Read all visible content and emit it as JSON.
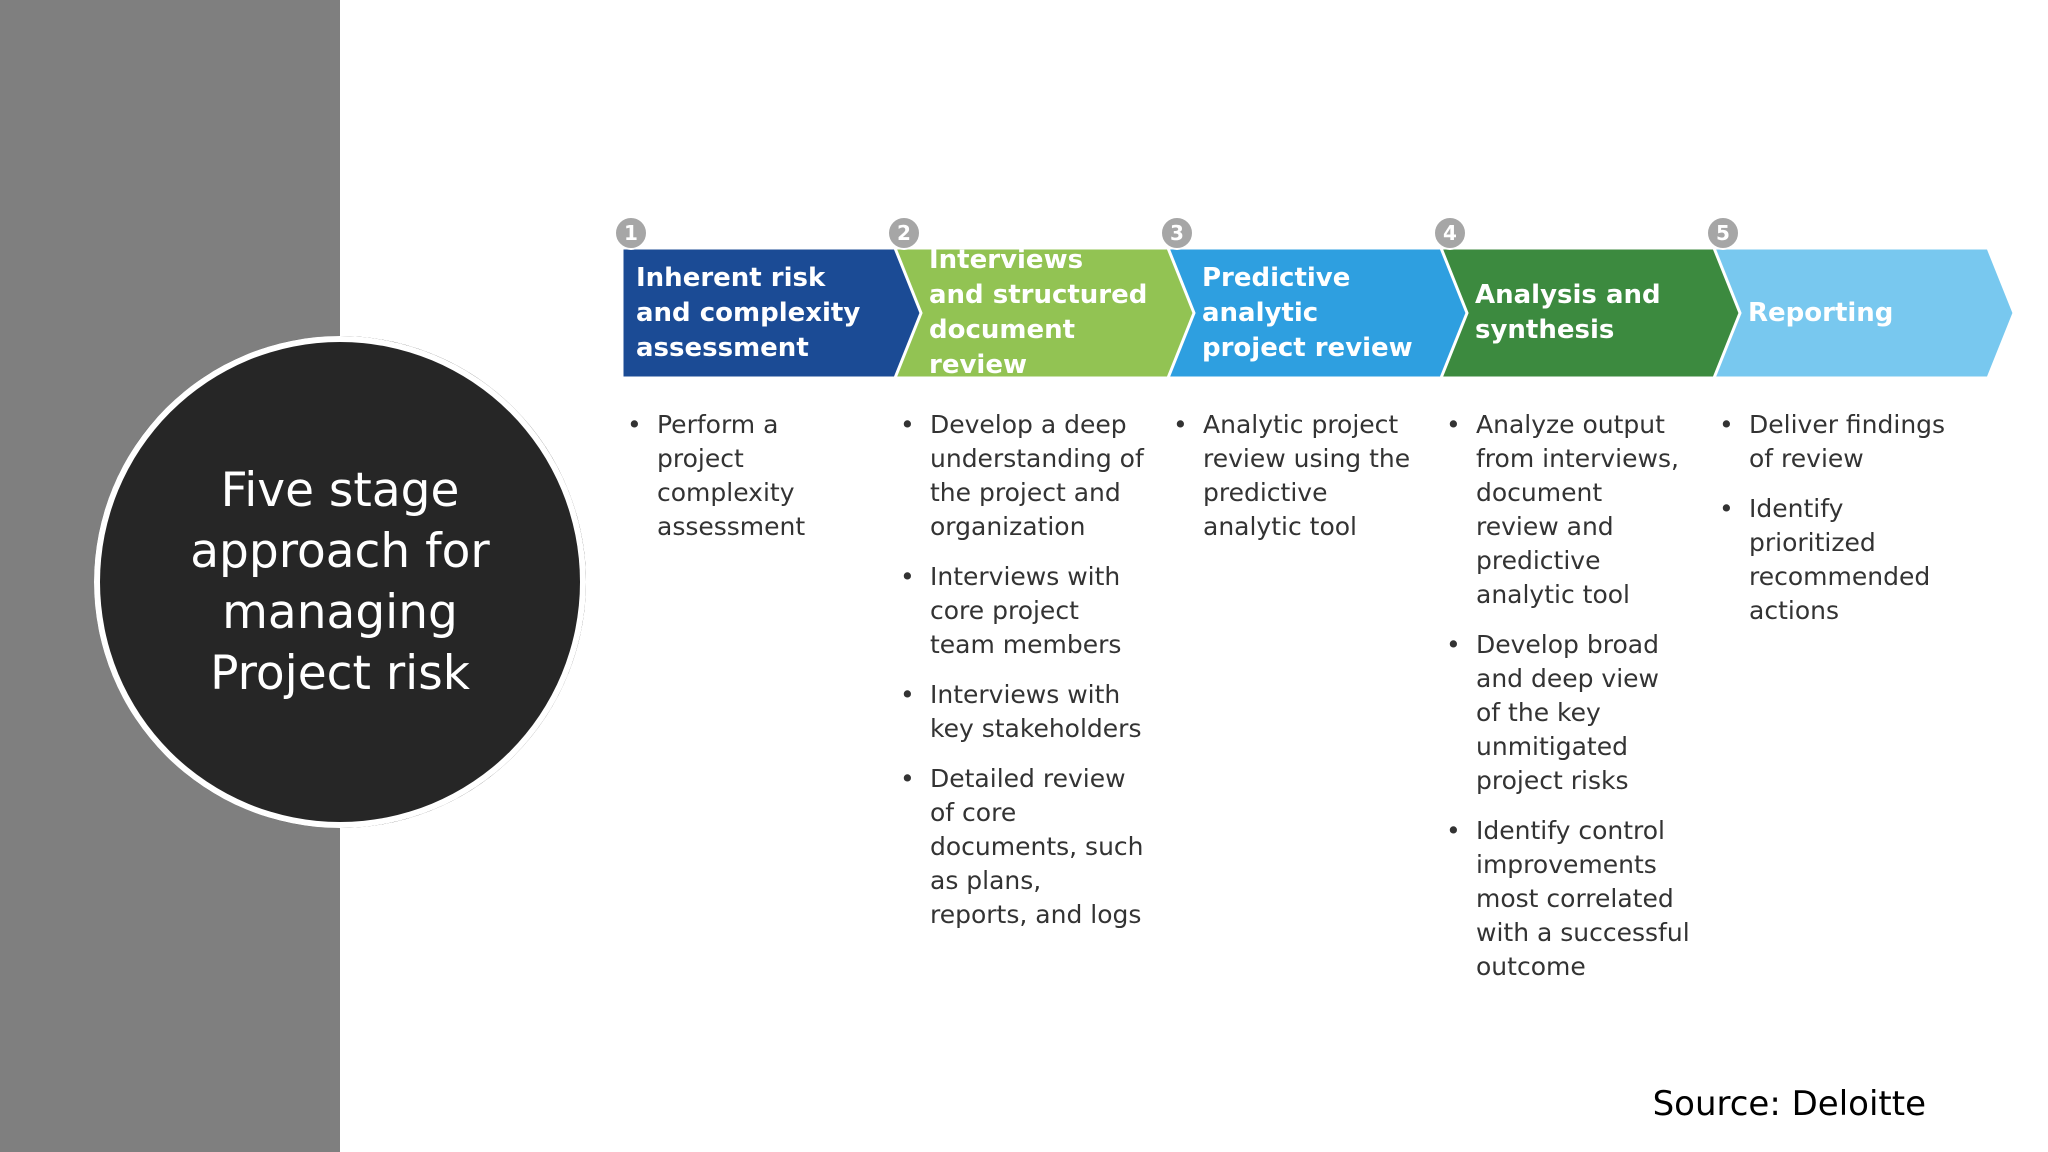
{
  "title": "Five stage approach for managing Project risk",
  "source": "Source: Deloitte",
  "steps": [
    {
      "number": "1",
      "label": "Inherent risk\nand complexity\nassessment",
      "color": "#1b4b95",
      "bullets": [
        "Perform a project complexity assessment"
      ]
    },
    {
      "number": "2",
      "label": "Interviews\nand structured\ndocument review",
      "color": "#92c353",
      "bullets": [
        "Develop a deep understanding of the project and organization",
        "Interviews with core project team members",
        "Interviews with key stakeholders",
        "Detailed review of core documents, such as plans, reports, and logs"
      ]
    },
    {
      "number": "3",
      "label": "Predictive analytic\nproject review",
      "color": "#2e9fe0",
      "bullets": [
        "Analytic project review using the predictive analytic tool"
      ]
    },
    {
      "number": "4",
      "label": "Analysis and\nsynthesis",
      "color": "#3c8a3f",
      "bullets": [
        "Analyze output from interviews, document review and predictive analytic tool",
        "Develop broad and deep view of the key unmitigated project risks",
        "Identify control improvements most correlated with a successful outcome"
      ]
    },
    {
      "number": "5",
      "label": "Reporting",
      "color": "#78c8ef",
      "bullets": [
        "Deliver findings of review",
        "Identify prioritized recommended actions"
      ]
    }
  ]
}
